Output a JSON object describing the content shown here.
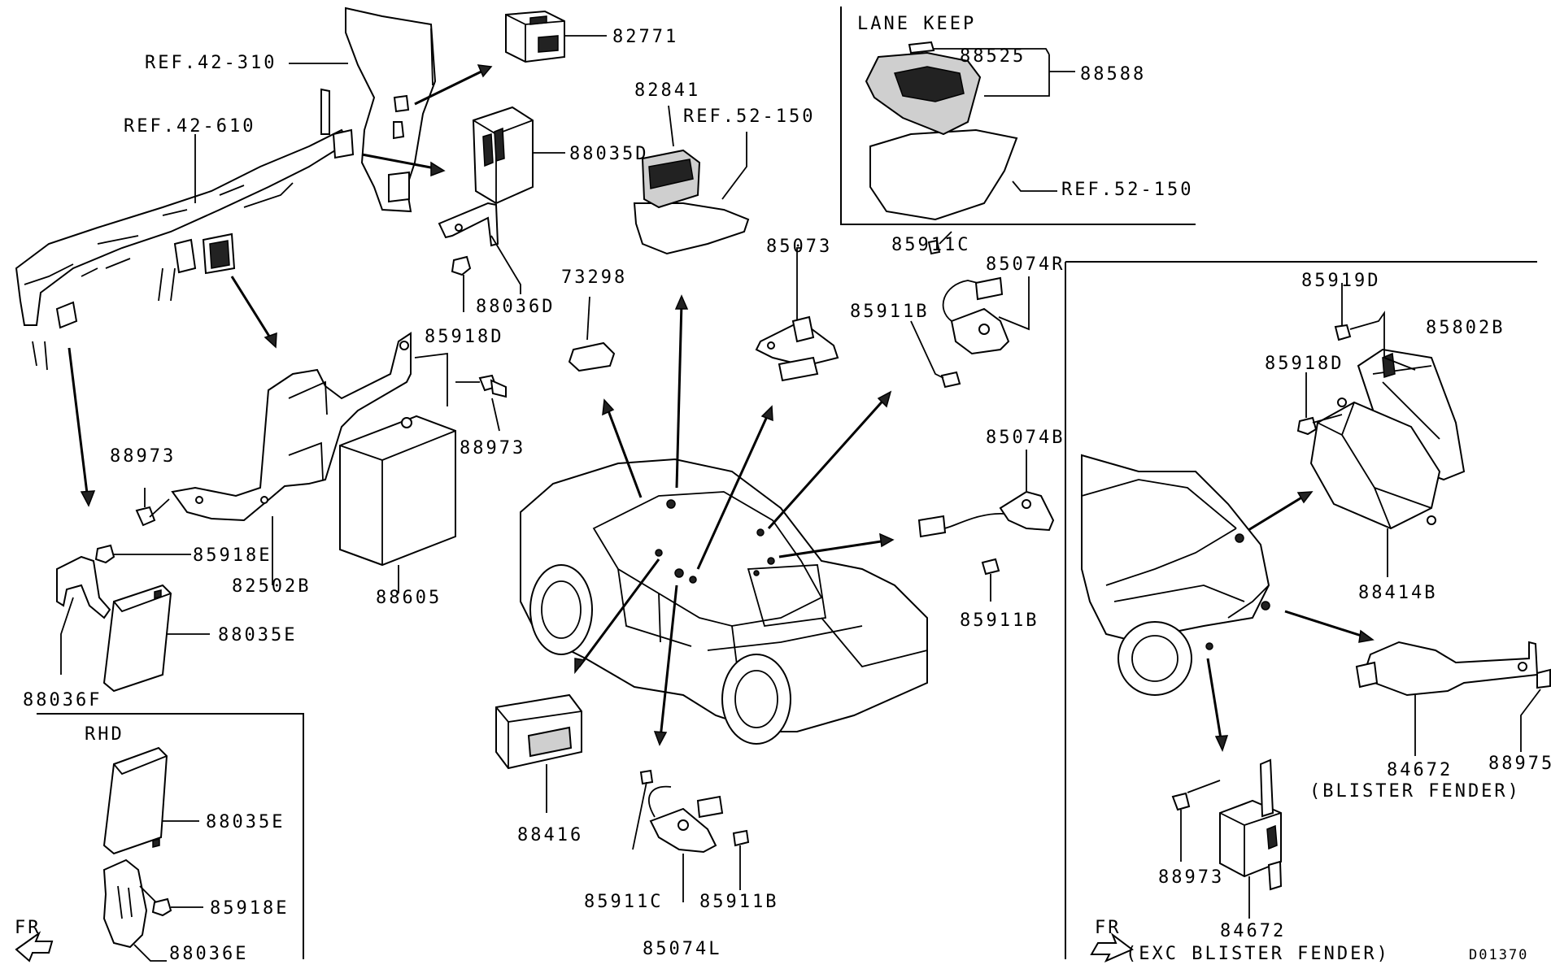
{
  "diagram": {
    "code": "D01370",
    "callouts": {
      "ref_42_310": "REF.42-310",
      "ref_42_610": "REF.42-610",
      "ref_52_150_a": "REF.52-150",
      "ref_52_150_b": "REF.52-150",
      "p82771": "82771",
      "p82841": "82841",
      "p88035D": "88035D",
      "p88036D": "88036D",
      "p85918D_a": "85918D",
      "p88973_a": "88973",
      "p88973_b": "88973",
      "p85918E_a": "85918E",
      "p82502B": "82502B",
      "p88605": "88605",
      "p88035E_a": "88035E",
      "p88036F": "88036F",
      "p73298": "73298",
      "p85073": "85073",
      "p85911C_a": "85911C",
      "p85074R": "85074R",
      "p85911B_a": "85911B",
      "p85074B": "85074B",
      "p85911B_b": "85911B",
      "p88416": "88416",
      "p85911C_b": "85911C",
      "p85911B_c": "85911B",
      "p85074L": "85074L",
      "p88525": "88525",
      "p88588": "88588",
      "p85919D": "85919D",
      "p85802B": "85802B",
      "p85918D_b": "85918D",
      "p88414B": "88414B",
      "p84672_a": "84672",
      "blister_fender": "(BLISTER FENDER)",
      "p88975": "88975",
      "p88973_c": "88973",
      "p84672_b": "84672",
      "exc_blister_fender": "(EXC BLISTER FENDER)",
      "p88035E_b": "88035E",
      "p85918E_b": "85918E",
      "p88036E": "88036E"
    },
    "insets": {
      "lane_keep": "LANE KEEP",
      "rhd": "RHD"
    },
    "direction_marks": {
      "left": "FR",
      "right": "FR"
    }
  }
}
